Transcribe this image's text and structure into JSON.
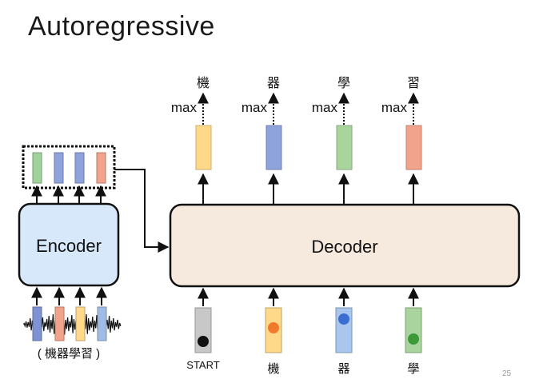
{
  "slide": {
    "title": "Autoregressive",
    "page_number": "25"
  },
  "encoder": {
    "label": "Encoder",
    "input_caption": "( 機器學習 )",
    "input_vector_colors": [
      "#7f93d4",
      "#f2a38c",
      "#ffd98a",
      "#9fbbe6"
    ],
    "output_vector_colors": [
      "#9fd39a",
      "#8ea3dc",
      "#8ea3dc",
      "#f2a38c"
    ],
    "fill_color": "#d6e8fa",
    "border_color": "#111111"
  },
  "decoder": {
    "label": "Decoder",
    "fill_color": "#f6eadf",
    "border_color": "#111111",
    "inputs": [
      {
        "label": "START",
        "bar_color": "#c8c8c8",
        "dot_color": "#111111"
      },
      {
        "label": "機",
        "bar_color": "#ffd98a",
        "dot_color": "#f07a2c"
      },
      {
        "label": "器",
        "bar_color": "#a9c6ee",
        "dot_color": "#3a6fd1"
      },
      {
        "label": "學",
        "bar_color": "#a9d49e",
        "dot_color": "#3b9a37"
      }
    ],
    "outputs": [
      {
        "op": "max",
        "token": "機",
        "bar_color": "#ffd98a"
      },
      {
        "op": "max",
        "token": "器",
        "bar_color": "#8ea3dc"
      },
      {
        "op": "max",
        "token": "學",
        "bar_color": "#a9d49e"
      },
      {
        "op": "max",
        "token": "習",
        "bar_color": "#f2a38c"
      }
    ]
  }
}
